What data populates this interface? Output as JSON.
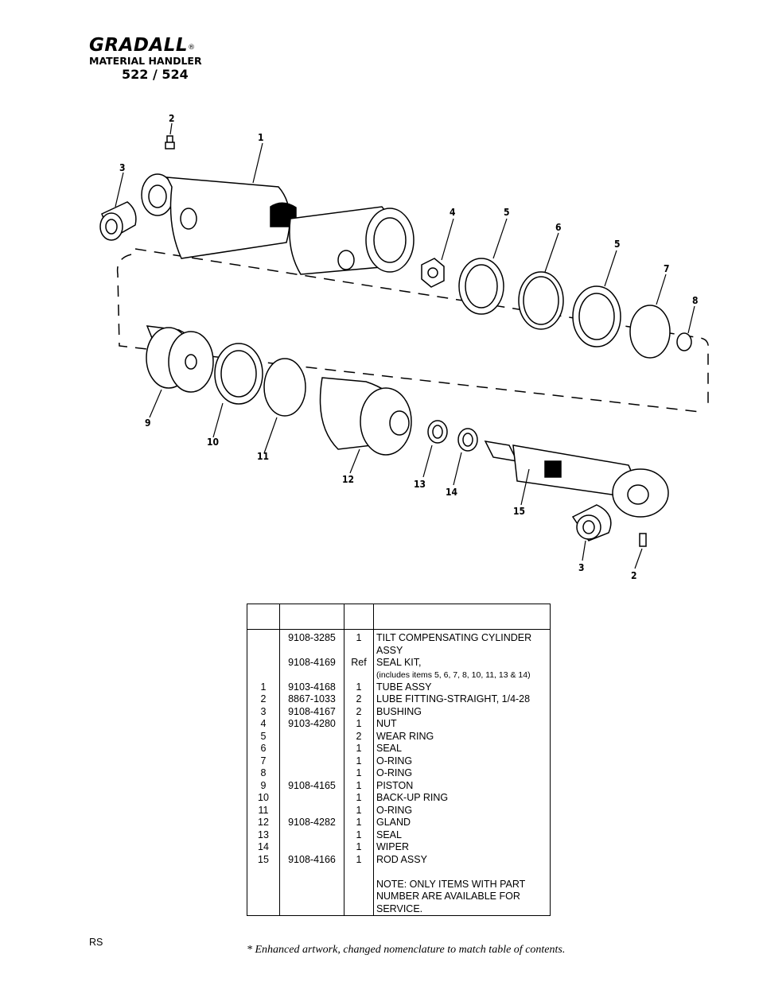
{
  "header": {
    "brand": "GRADALL",
    "registered": "®",
    "subtitle": "MATERIAL HANDLER",
    "model": "522 / 524"
  },
  "diagram": {
    "callouts": [
      "1",
      "2",
      "3",
      "4",
      "5",
      "6",
      "5",
      "7",
      "8",
      "9",
      "10",
      "11",
      "12",
      "13",
      "14",
      "15",
      "3",
      "2"
    ]
  },
  "table": {
    "headers": [
      "",
      "",
      "",
      ""
    ],
    "rows": [
      {
        "item": "",
        "part": "9108-3285",
        "qty": "1",
        "desc": "TILT COMPENSATING CYLINDER"
      },
      {
        "item": "",
        "part": "",
        "qty": "",
        "desc": "ASSY"
      },
      {
        "item": "",
        "part": "9108-4169",
        "qty": "Ref",
        "desc": "SEAL KIT,"
      },
      {
        "item": "",
        "part": "",
        "qty": "",
        "desc": "(includes items 5, 6, 7, 8, 10, 11, 13 & 14)"
      },
      {
        "item": "1",
        "part": "9103-4168",
        "qty": "1",
        "desc": "TUBE ASSY"
      },
      {
        "item": "2",
        "part": "8867-1033",
        "qty": "2",
        "desc": "LUBE FITTING-STRAIGHT, 1/4-28"
      },
      {
        "item": "3",
        "part": "9108-4167",
        "qty": "2",
        "desc": "BUSHING"
      },
      {
        "item": "4",
        "part": "9103-4280",
        "qty": "1",
        "desc": "NUT"
      },
      {
        "item": "5",
        "part": "",
        "qty": "2",
        "desc": "WEAR RING"
      },
      {
        "item": "6",
        "part": "",
        "qty": "1",
        "desc": "SEAL"
      },
      {
        "item": "7",
        "part": "",
        "qty": "1",
        "desc": "O-RING"
      },
      {
        "item": "8",
        "part": "",
        "qty": "1",
        "desc": "O-RING"
      },
      {
        "item": "9",
        "part": "9108-4165",
        "qty": "1",
        "desc": "PISTON"
      },
      {
        "item": "10",
        "part": "",
        "qty": "1",
        "desc": "BACK-UP RING"
      },
      {
        "item": "11",
        "part": "",
        "qty": "1",
        "desc": "O-RING"
      },
      {
        "item": "12",
        "part": "9108-4282",
        "qty": "1",
        "desc": "GLAND"
      },
      {
        "item": "13",
        "part": "",
        "qty": "1",
        "desc": "SEAL"
      },
      {
        "item": "14",
        "part": "",
        "qty": "1",
        "desc": "WIPER"
      },
      {
        "item": "15",
        "part": "9108-4166",
        "qty": "1",
        "desc": "ROD ASSY"
      }
    ],
    "note_lines": [
      "NOTE: ONLY ITEMS WITH PART",
      "NUMBER ARE AVAILABLE FOR",
      "SERVICE."
    ]
  },
  "footer": {
    "initials": "RS",
    "note": "* Enhanced artwork, changed nomenclature to match table of contents."
  }
}
